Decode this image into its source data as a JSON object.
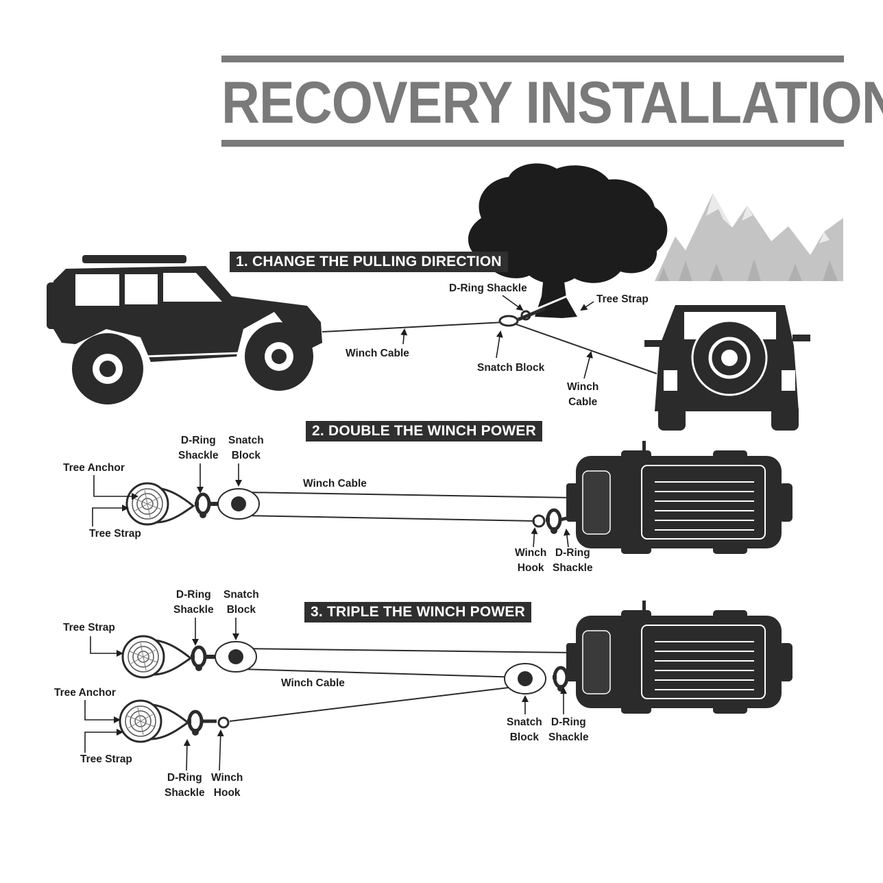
{
  "title": "RECOVERY INSTALLATION",
  "sections": [
    {
      "heading": "1. CHANGE THE PULLING DIRECTION",
      "labels": {
        "d_ring_shackle": "D-Ring Shackle",
        "tree_strap": "Tree Strap",
        "winch_cable_a": "Winch Cable",
        "snatch_block": "Snatch Block",
        "winch_cable_b_line1": "Winch",
        "winch_cable_b_line2": "Cable"
      }
    },
    {
      "heading": "2. DOUBLE THE WINCH POWER",
      "labels": {
        "d_ring_line1": "D-Ring",
        "d_ring_line2": "Shackle",
        "snatch_line1": "Snatch",
        "snatch_line2": "Block",
        "tree_anchor": "Tree Anchor",
        "tree_strap": "Tree Strap",
        "winch_cable": "Winch Cable",
        "winch_hook_line1": "Winch",
        "winch_hook_line2": "Hook",
        "d_ring2_line1": "D-Ring",
        "d_ring2_line2": "Shackle"
      }
    },
    {
      "heading": "3. TRIPLE THE WINCH POWER",
      "labels": {
        "d_ring_line1": "D-Ring",
        "d_ring_line2": "Shackle",
        "snatch_line1": "Snatch",
        "snatch_line2": "Block",
        "tree_strap_top": "Tree Strap",
        "tree_anchor": "Tree Anchor",
        "tree_strap_bottom": "Tree Strap",
        "winch_cable": "Winch Cable",
        "snatch2_line1": "Snatch",
        "snatch2_line2": "Block",
        "d_ring2_line1": "D-Ring",
        "d_ring2_line2": "Shackle",
        "d_ring3_line1": "D-Ring",
        "d_ring3_line2": "Shackle",
        "winch_hook_line1": "Winch",
        "winch_hook_line2": "Hook"
      }
    }
  ],
  "colors": {
    "title_gray": "#7a7a7a",
    "banner_bg": "#2f2f2f",
    "vehicle": "#2b2b2b",
    "mountains": "#c4c4c4"
  },
  "icons": [
    "jeep-side-icon",
    "jeep-rear-icon",
    "truck-top-icon",
    "tree-icon",
    "mountains-icon",
    "tree-trunk-icon",
    "snatch-block-icon",
    "shackle-icon",
    "winch-hook-icon"
  ]
}
